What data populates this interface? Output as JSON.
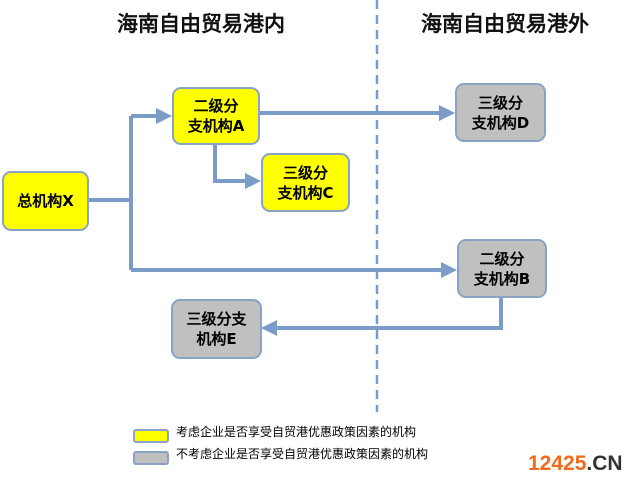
{
  "titles": {
    "inside": "海南自由贸易港内",
    "outside": "海南自由贸易港外"
  },
  "nodes": {
    "x": {
      "line1": "总机构X"
    },
    "a": {
      "line1": "二级分",
      "line2": "支机构A"
    },
    "c": {
      "line1": "三级分",
      "line2": "支机构C"
    },
    "d": {
      "line1": "三级分",
      "line2": "支机构D"
    },
    "b": {
      "line1": "二级分",
      "line2": "支机构B"
    },
    "e": {
      "line1": "三级分支",
      "line2": "机构E"
    }
  },
  "legend": [
    {
      "label": "考虑企业是否享受自贸港优惠政策因素的机构",
      "color": "#ffff00"
    },
    {
      "label": "不考虑企业是否享受自贸港优惠政策因素的机构",
      "color": "#c0c0c0"
    }
  ],
  "watermark": {
    "num": "12425",
    "suffix": ".CN"
  },
  "colors": {
    "arrow": "#7a9cc6",
    "divider": "#7a9cc6"
  }
}
